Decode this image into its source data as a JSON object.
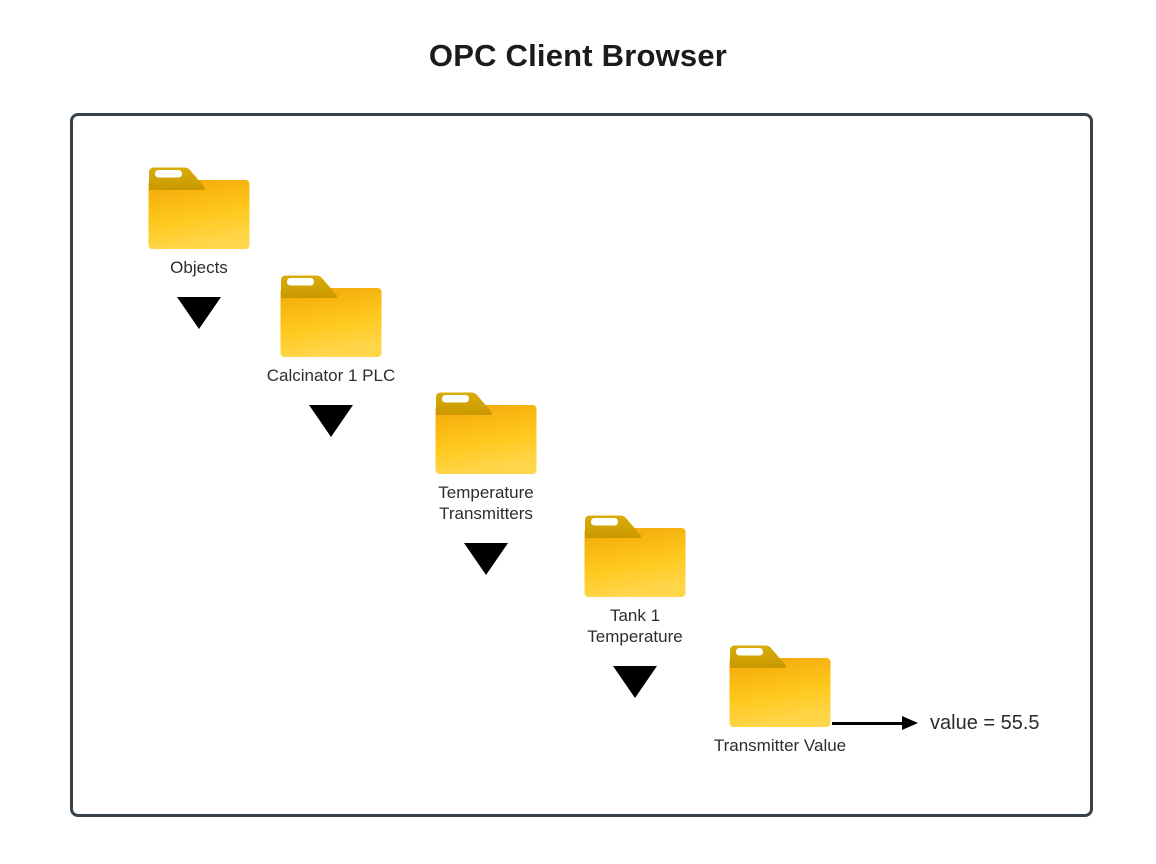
{
  "title": "OPC Client Browser",
  "colors": {
    "canvas_border": "#39424b",
    "folder_tab": "#d0a104",
    "folder_body_top": "#f2a608",
    "folder_body_bottom": "#ffd54a",
    "triangle": "#000000",
    "arrow": "#000000",
    "label_text": "#2d2d2d"
  },
  "tree": {
    "nodes": [
      {
        "label": "Objects"
      },
      {
        "label": "Calcinator 1 PLC"
      },
      {
        "label": "Temperature\nTransmitters"
      },
      {
        "label": "Tank 1\nTemperature"
      },
      {
        "label": "Transmitter Value"
      }
    ]
  },
  "value_annotation": {
    "text": "value = 55.5"
  }
}
